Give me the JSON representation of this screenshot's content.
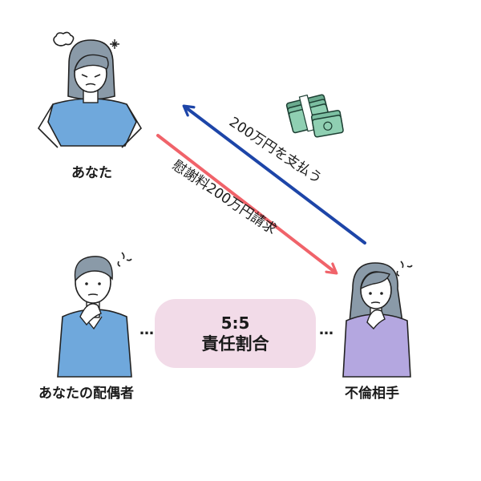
{
  "people": {
    "you": {
      "label": "あなた",
      "icon": "angry-woman-hands-on-hips-icon",
      "shirt_color": "#6fa8dc"
    },
    "spouse": {
      "label": "あなたの配偶者",
      "icon": "worried-man-icon",
      "shirt_color": "#6fa8dc"
    },
    "partner": {
      "label": "不倫相手",
      "icon": "worried-woman-icon",
      "shirt_color": "#b4a7e0"
    }
  },
  "arrows": {
    "payment": {
      "text": "200万円を支払う",
      "color": "#1d45a8"
    },
    "claim": {
      "text": "慰謝料200万円請求",
      "color": "#f0636a"
    }
  },
  "ratio": {
    "value": "5:5",
    "label": "責任割合",
    "background": "#f2dbe8"
  },
  "connectors": {
    "left": "…",
    "right": "…"
  },
  "money_icon": "cash-stack-icon"
}
